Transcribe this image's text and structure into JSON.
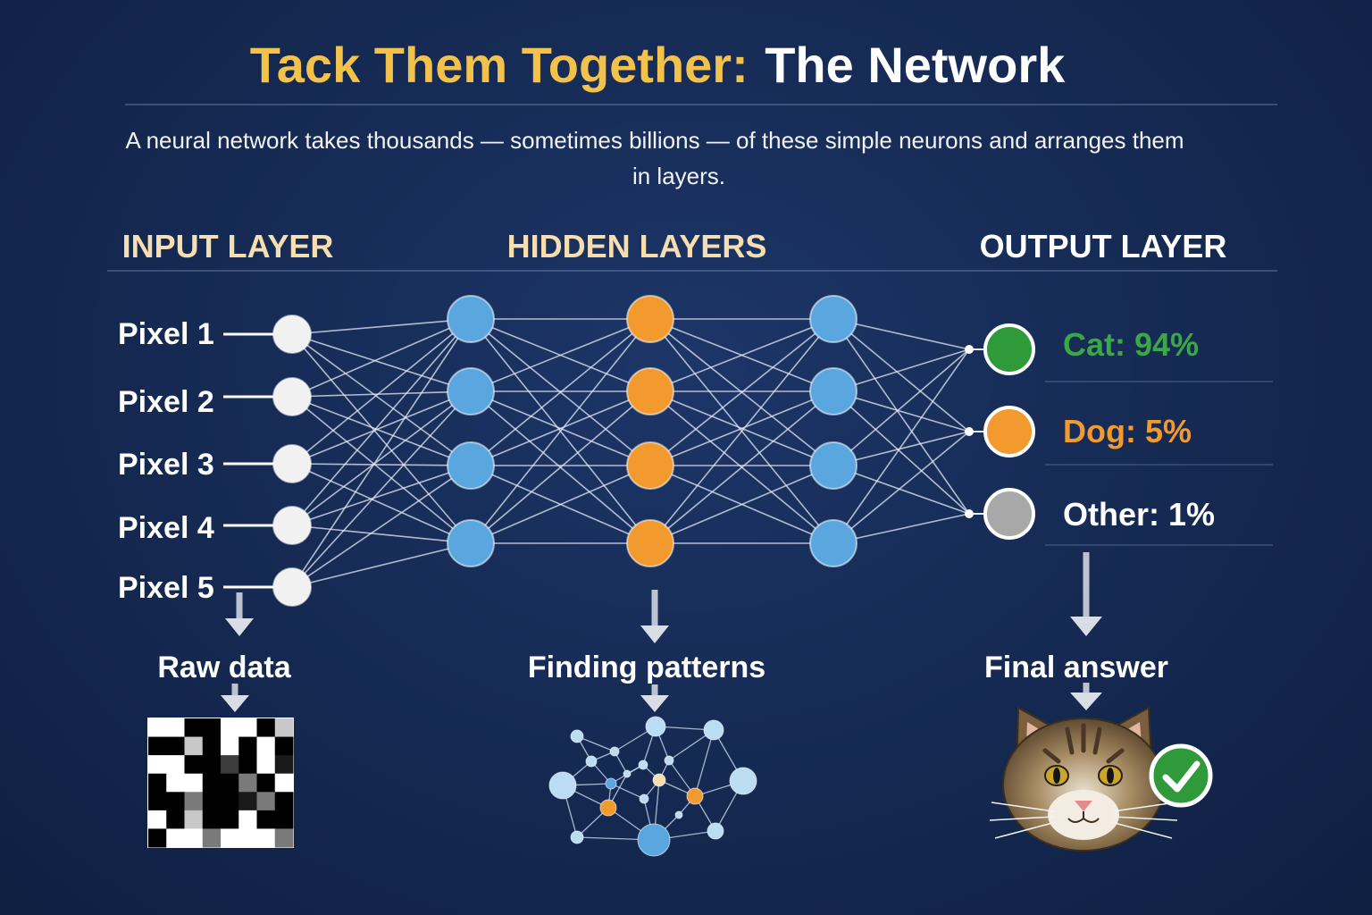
{
  "title": {
    "accent": "Tack Them Together:",
    "rest": "The Network"
  },
  "subtitle": {
    "line1": "A neural network takes thousands — sometimes billions — of these simple neurons and arranges them",
    "line2": "in layers."
  },
  "layers": {
    "input": "INPUT LAYER",
    "hidden": "HIDDEN LAYERS",
    "output": "OUTPUT LAYER"
  },
  "inputs": [
    "Pixel 1",
    "Pixel 2",
    "Pixel 3",
    "Pixel 4",
    "Pixel 5"
  ],
  "outputs": [
    {
      "label": "Cat: 94%",
      "color": "#2e9a3a",
      "text_color": "#39a845"
    },
    {
      "label": "Dog: 5%",
      "color": "#f29a2e",
      "text_color": "#f29a2e"
    },
    {
      "label": "Other: 1%",
      "color": "#a8a8a8",
      "text_color": "#ffffff"
    }
  ],
  "captions": {
    "input": "Raw data",
    "hidden": "Finding patterns",
    "output": "Final answer"
  },
  "icons": {
    "raw_data": "pixel-grid-icon",
    "patterns": "pattern-graph-icon",
    "answer": "cat-face-icon",
    "check": "check-badge-icon"
  },
  "colors": {
    "input_node": "#f1f1f1",
    "hidden_blue": "#5aa7df",
    "hidden_orange": "#f29a2e",
    "layer_head": "#f6deb0",
    "output_head": "#ffffff"
  }
}
